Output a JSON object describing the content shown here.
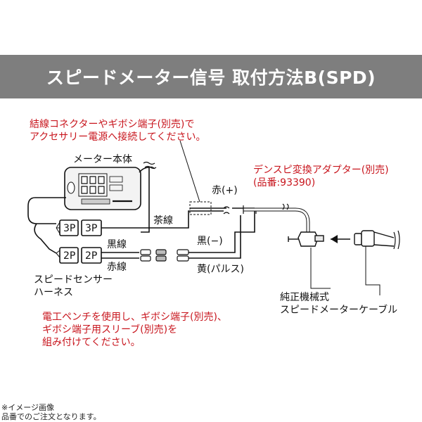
{
  "header": {
    "title": "スピードメーター信号 取付方法B(SPD)"
  },
  "notes": {
    "top_line1": "結線コネクターやギボシ端子(別売)で",
    "top_line2": "アクセサリー電源へ接続してください。",
    "bottom_line1": "電工ペンチを使用し、ギボシ端子(別売)、",
    "bottom_line2": "ギボシ端子用スリーブ(別売)を",
    "bottom_line3": "組み付けてください。"
  },
  "labels": {
    "meter_body": "メーター本体",
    "connector_3p": "3P",
    "connector_2p": "2P",
    "brown_wire": "茶線",
    "black_wire_jp": "黒線",
    "red_wire_jp": "赤線",
    "red_plus": "赤(+)",
    "black_minus": "黒(−)",
    "yellow_pulse": "黄(パルス)",
    "harness_line1": "スピードセンサー",
    "harness_line2": "ハーネス",
    "adapter_line1": "デンスピ変換アダプター(別売)",
    "adapter_line2": "(品番:93390)",
    "cable_line1": "純正機械式",
    "cable_line2": "スピードメーターケーブル"
  },
  "footer": {
    "line1": "※イメージ画像",
    "line2": "品番でのご注文となります。"
  },
  "colors": {
    "banner": "#7e7e7e",
    "note_red": "#c8151d",
    "line": "#111111"
  }
}
